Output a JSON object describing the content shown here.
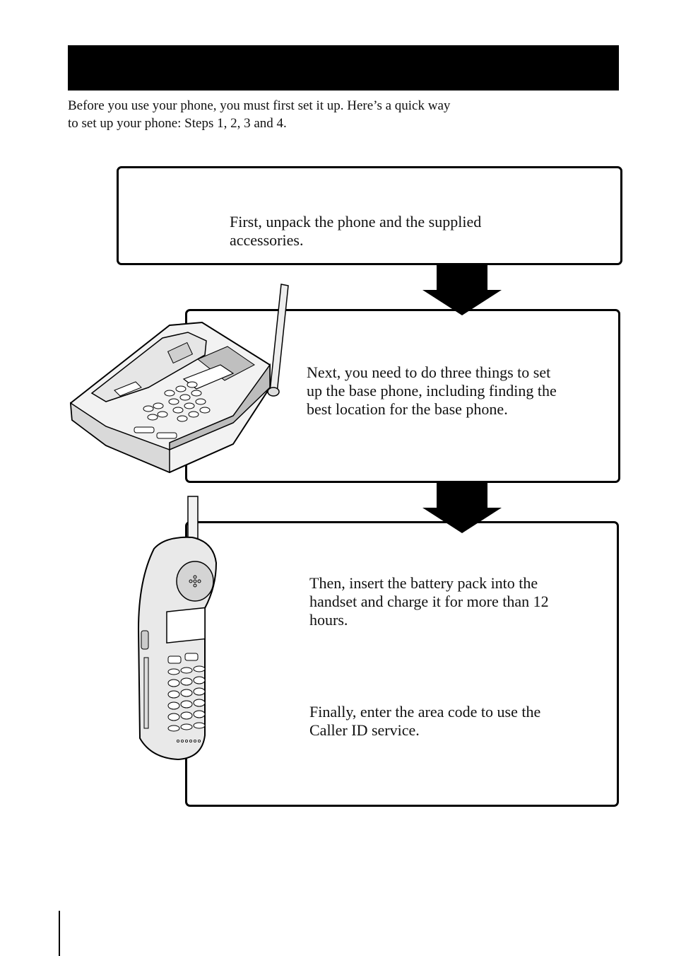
{
  "intro": {
    "line1": "Before you use your phone, you must first set it up. Here’s a quick way",
    "line2": "to set up your phone:  Steps 1, 2, 3 and 4."
  },
  "steps": [
    {
      "lines": [
        "First, unpack the phone and the supplied",
        "accessories."
      ]
    },
    {
      "lines": [
        "Next, you need to do three things to set",
        "up the base phone, including finding the",
        "best location for the base phone."
      ]
    },
    {
      "lines": [
        "Then, insert the battery pack into the",
        "handset and charge it for more than 12",
        "hours."
      ]
    },
    {
      "lines": [
        "Finally, enter the area code to use the",
        "Caller ID service."
      ]
    }
  ],
  "illustrations": {
    "base_phone": "cordless-base-phone-icon",
    "handset": "cordless-handset-icon",
    "arrow": "down-arrow-icon"
  },
  "colors": {
    "title_bar": "#000000",
    "border": "#000000",
    "arrow": "#000000"
  }
}
